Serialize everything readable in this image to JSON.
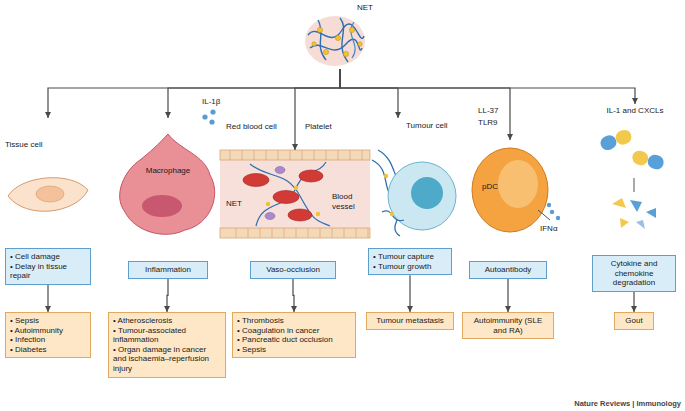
{
  "diagram": {
    "nodes": [
      {
        "text": [
          "NET"
        ]
      },
      {
        "text": [
          "Tissue cell"
        ]
      },
      {
        "text": [
          "Macrophage"
        ]
      },
      {
        "text": [
          "Blood vessel"
        ]
      },
      {
        "text": [
          "Tumour cell"
        ]
      },
      {
        "text": [
          "pDC"
        ]
      },
      {
        "text": [
          "IL-1 and CXCLs"
        ]
      },
      {
        "text": [
          "• Cell damage",
          "• Delay in tissue repair"
        ]
      },
      {
        "text": [
          "Inflammation"
        ]
      },
      {
        "text": [
          "Vaso-occlusion"
        ]
      },
      {
        "text": [
          "• Tumour capture",
          "• Tumour growth"
        ]
      },
      {
        "text": [
          "Autoantibody"
        ]
      },
      {
        "text": [
          "Cytokine and chemokine degradation"
        ]
      },
      {
        "text": [
          "• Sepsis",
          "• Autoimmunity",
          "• Infection",
          "• Diabetes"
        ]
      },
      {
        "text": [
          "• Atherosclerosis",
          "• Tumour-associated inflammation",
          "• Organ damage in cancer and ischaemia–reperfusion injury"
        ]
      },
      {
        "text": [
          "• Thrombosis",
          "• Coagulation in cancer",
          "• Pancreatic duct occlusion",
          "• Sepsis"
        ]
      },
      {
        "text": [
          "Tumour metastasis"
        ]
      },
      {
        "text": [
          "Autoimmunity (SLE and RA)"
        ]
      },
      {
        "text": [
          "Gout"
        ]
      }
    ],
    "edges": [
      {
        "from": 0,
        "to": 1,
        "arrow": "to"
      },
      {
        "from": 0,
        "to": 2,
        "arrow": "to"
      },
      {
        "from": 0,
        "to": 3,
        "arrow": "to"
      },
      {
        "from": 0,
        "to": 4,
        "arrow": "to"
      },
      {
        "from": 0,
        "to": 5,
        "arrow": "to"
      },
      {
        "from": 0,
        "to": 6,
        "arrow": "to"
      },
      {
        "from": 7,
        "to": 13,
        "arrow": "to"
      },
      {
        "from": 8,
        "to": 14,
        "arrow": "to"
      },
      {
        "from": 9,
        "to": 15,
        "arrow": "to"
      },
      {
        "from": 10,
        "to": 16,
        "arrow": "to"
      },
      {
        "from": 11,
        "to": 17,
        "arrow": "to"
      },
      {
        "from": 12,
        "to": 18,
        "arrow": "to"
      }
    ],
    "labels": [
      "IL-1β",
      "Red blood cell",
      "Platelet",
      "NET",
      "LL-37",
      "TLR9",
      "IFNα",
      "Nature Reviews | Immunology"
    ]
  }
}
